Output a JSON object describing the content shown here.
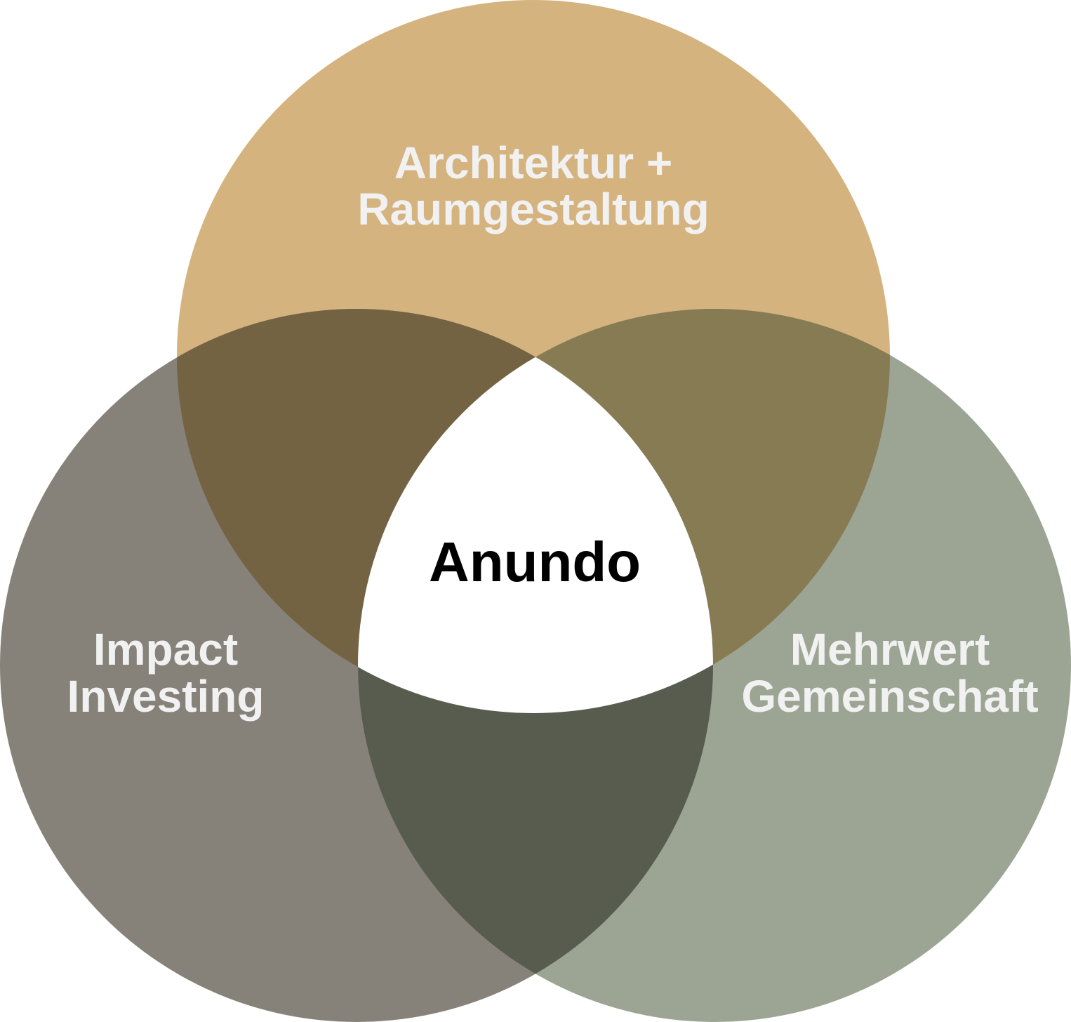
{
  "diagram": {
    "type": "venn",
    "center": {
      "label": "Anundo"
    },
    "sets": [
      {
        "id": "top",
        "lines": [
          "Architektur +",
          "Raumgestaltung"
        ],
        "color": "#D4B37F"
      },
      {
        "id": "left",
        "lines": [
          "Impact",
          "Investing"
        ],
        "color": "#878279"
      },
      {
        "id": "right",
        "lines": [
          "Mehrwert",
          "Gemeinschaft"
        ],
        "color": "#9CA594"
      }
    ],
    "overlap_colors": {
      "top_left": "#736343",
      "top_right": "#877B53",
      "left_right": "#575C4F",
      "all": "#FFFFFF"
    }
  }
}
